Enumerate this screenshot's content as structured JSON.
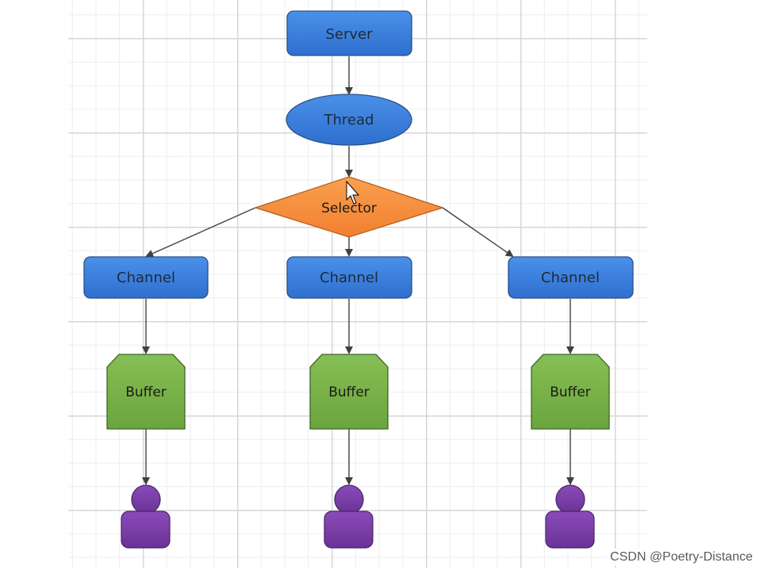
{
  "diagram": {
    "colors": {
      "node_fill": "#3a7ddb",
      "node_stroke": "#2a4f86",
      "selector_fill": "#f7903d",
      "selector_stroke": "#b35f1c",
      "buffer_fill": "#7ab34a",
      "buffer_stroke": "#3f6627",
      "user_fill": "#7a3fa6",
      "user_stroke": "#4a2468",
      "edge": "#404040"
    },
    "server": {
      "label": "Server"
    },
    "thread": {
      "label": "Thread"
    },
    "selector": {
      "label": "Selector"
    },
    "channels": [
      {
        "label": "Channel"
      },
      {
        "label": "Channel"
      },
      {
        "label": "Channel"
      }
    ],
    "buffers": [
      {
        "label": "Buffer"
      },
      {
        "label": "Buffer"
      },
      {
        "label": "Buffer"
      }
    ],
    "users": [
      {
        "icon": "user-icon"
      },
      {
        "icon": "user-icon"
      },
      {
        "icon": "user-icon"
      }
    ],
    "cursor": {
      "icon": "mouse-pointer-icon"
    }
  },
  "watermark": "CSDN @Poetry-Distance"
}
